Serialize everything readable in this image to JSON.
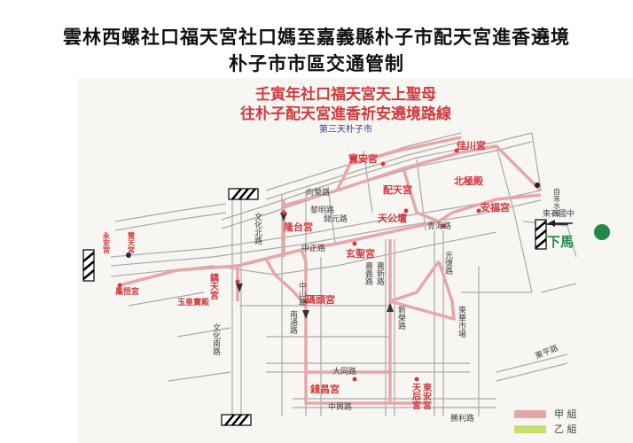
{
  "header": {
    "title_line1": "雲林西螺社口福天宮社口媽至嘉義縣朴子市配天宮進香遶境",
    "title_line2": "朴子市市區交通管制"
  },
  "map": {
    "title_line1": "壬寅年社口福天宮天上聖母",
    "title_line2": "往朴子配天宮進香祈安遶境路線",
    "subtitle": "第三天朴子市",
    "temples": {
      "shanshu": "贊天宮",
      "fengmu": "鳳悟宮",
      "eqicang": "隆台宮",
      "gixiang": "佳川宮",
      "tianhou": "天后宮",
      "fuan": "安福宮",
      "peitian": "配天宮",
      "dongan": "東安宮",
      "zhentian": "鎮天宮",
      "yongan": "永安宮",
      "beiji": "北極殿",
      "baoan": "寶安宮",
      "mazhu": "碼頭宮",
      "tiangong": "天公壇",
      "wanshan": "錢昌宮",
      "xuanshan": "玄聖宮",
      "yumen": "玉皇寶殿"
    },
    "streets": {
      "wenhua_bei": "文化北路",
      "wenhua_nan": "文化南路",
      "nantong": "南通路",
      "datong": "大同路",
      "zhongxing": "中興路",
      "zhongzheng": "中正路",
      "kaiyuan": "開元路",
      "xinrong": "新榮路",
      "guangfu": "光復路",
      "dongping": "東平路",
      "qinghai": "青海路",
      "xiangsheng": "向榮路",
      "liming": "黎明路",
      "jiaxin": "嘉新路",
      "jiaoyu": "嘉義路",
      "zhongjing": "中山路",
      "shichang": "東華市場",
      "shengli": "勝利路",
      "school": "東石國中"
    },
    "landmark_ziLai": "自來水廠",
    "xiama": "下馬",
    "legend": {
      "jia": "甲 組",
      "yi": "乙 組"
    }
  },
  "colors": {
    "route": "#e6a7a9",
    "temple_text": "#d2393c",
    "street": "#a9a9a9",
    "xiama": "#1f8a46",
    "legend_yi": "#c6e06f"
  }
}
